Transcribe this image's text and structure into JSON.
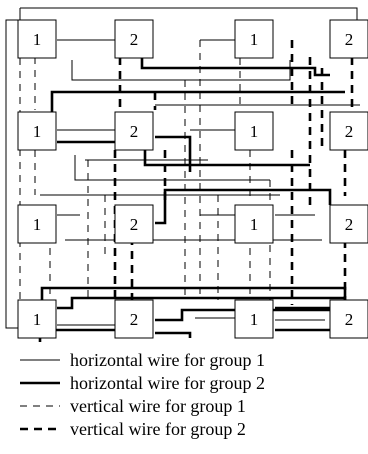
{
  "grid": [
    [
      "1",
      "2",
      "1",
      "2"
    ],
    [
      "1",
      "2",
      "1",
      "2"
    ],
    [
      "1",
      "2",
      "1",
      "2"
    ],
    [
      "1",
      "2",
      "1",
      "2"
    ]
  ],
  "legend": [
    {
      "style": "solid-thin",
      "label": "horizontal wire for group 1"
    },
    {
      "style": "solid-thick",
      "label": "horizontal wire for group 2"
    },
    {
      "style": "dashed-thin",
      "label": "vertical wire for group 1"
    },
    {
      "style": "dashed-thick",
      "label": "vertical wire for group 2"
    }
  ]
}
